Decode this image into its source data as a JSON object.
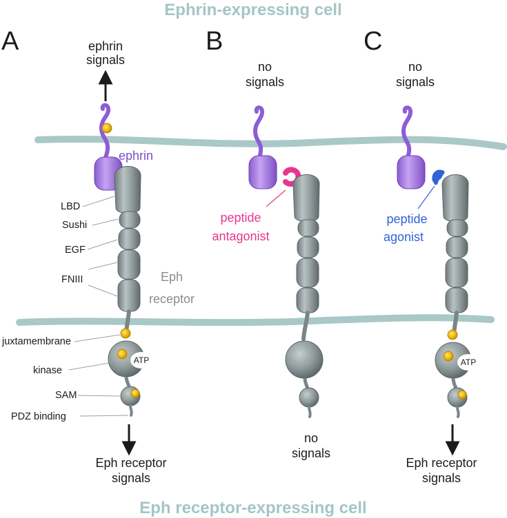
{
  "title_top": "Ephrin-expressing cell",
  "title_bottom": "Eph receptor-expressing cell",
  "panels": {
    "A": {
      "letter": "A",
      "top_signal": [
        "ephrin",
        "signals"
      ],
      "ephrin_label": "ephrin",
      "eph_label": [
        "Eph",
        "receptor"
      ],
      "bottom_signal": [
        "Eph receptor",
        "signals"
      ]
    },
    "B": {
      "letter": "B",
      "top_signal": [
        "no",
        "signals"
      ],
      "peptide_label": [
        "peptide",
        "antagonist"
      ],
      "bottom_signal": [
        "no",
        "signals"
      ]
    },
    "C": {
      "letter": "C",
      "top_signal": [
        "no",
        "signals"
      ],
      "peptide_label": [
        "peptide",
        "agonist"
      ],
      "bottom_signal": [
        "Eph receptor",
        "signals"
      ]
    }
  },
  "domains": [
    "LBD",
    "Sushi",
    "EGF",
    "FNIII",
    "juxtamembrane",
    "kinase",
    "SAM",
    "PDZ binding"
  ],
  "atp_label": "ATP",
  "colors": {
    "membrane": "#a9c8c8",
    "title": "#a4c5c6",
    "ephrin": "#a478e0",
    "ephrin_text": "#7b4fc4",
    "receptor": "#8a9596",
    "phosphate": "#f2c21a",
    "antagonist": "#e8368f",
    "agonist": "#2f63d6"
  }
}
